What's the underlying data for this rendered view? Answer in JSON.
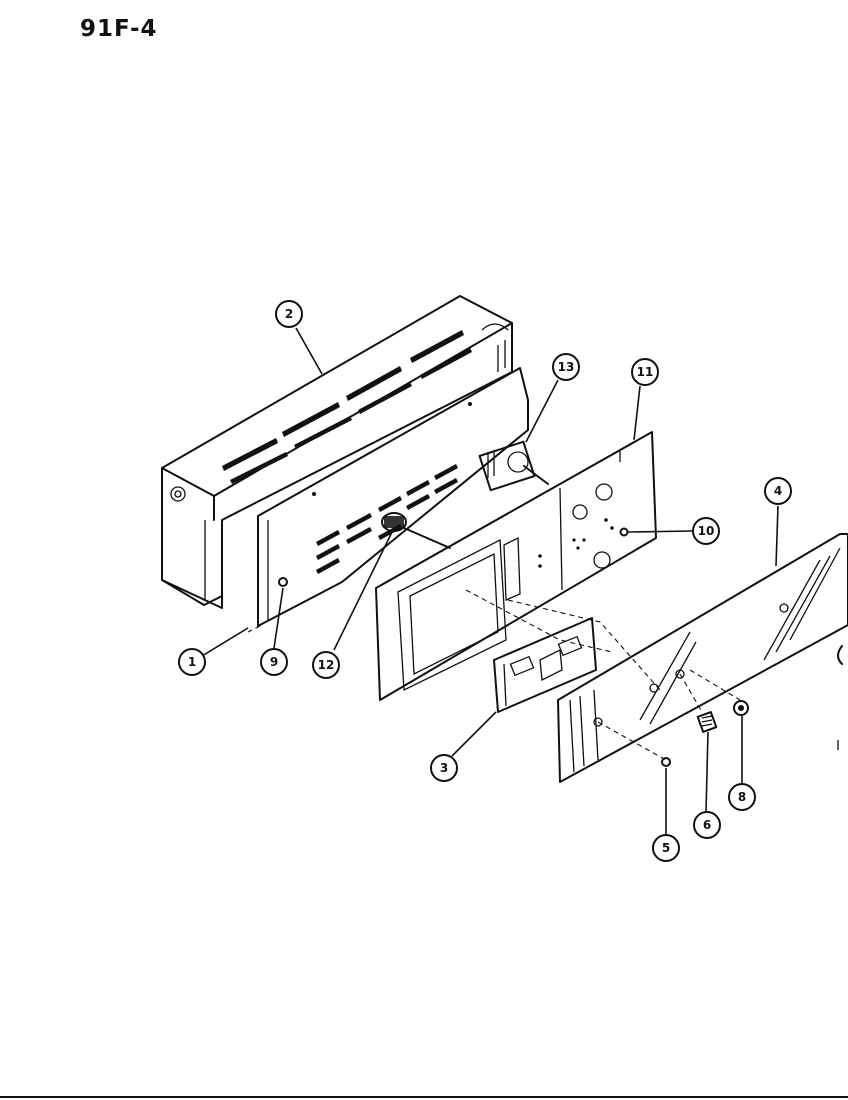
{
  "page_code": "91F-4",
  "callouts": [
    {
      "label": "1"
    },
    {
      "label": "2"
    },
    {
      "label": "3"
    },
    {
      "label": "4"
    },
    {
      "label": "5"
    },
    {
      "label": "6"
    },
    {
      "label": "8"
    },
    {
      "label": "9"
    },
    {
      "label": "10"
    },
    {
      "label": "11"
    },
    {
      "label": "12"
    },
    {
      "label": "13"
    }
  ]
}
